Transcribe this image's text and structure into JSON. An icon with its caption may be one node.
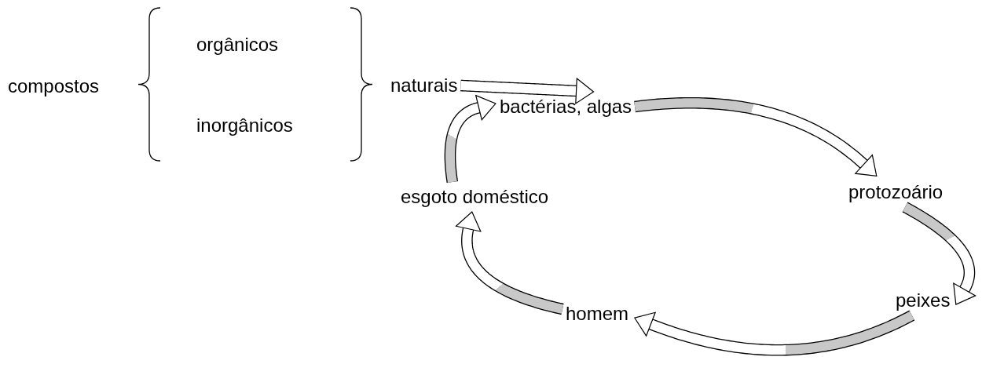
{
  "diagram": {
    "nodes": [
      {
        "text": [
          "compostos"
        ]
      },
      {
        "text": [
          "orgânicos"
        ]
      },
      {
        "text": [
          "inorgânicos"
        ]
      },
      {
        "text": [
          "naturais"
        ]
      },
      {
        "text": [
          "bactérias, algas"
        ]
      },
      {
        "text": [
          "protozoário"
        ]
      },
      {
        "text": [
          "peixes"
        ]
      },
      {
        "text": [
          "homem"
        ]
      },
      {
        "text": [
          "esgoto doméstico"
        ]
      }
    ],
    "edges": [
      {
        "from": 3,
        "to": 4,
        "arrow": "to"
      },
      {
        "from": 4,
        "to": 5,
        "arrow": "to"
      },
      {
        "from": 5,
        "to": 6,
        "arrow": "to"
      },
      {
        "from": 6,
        "to": 7,
        "arrow": "to"
      },
      {
        "from": 7,
        "to": 8,
        "arrow": "to"
      },
      {
        "from": 8,
        "to": 4,
        "arrow": "to"
      }
    ]
  }
}
